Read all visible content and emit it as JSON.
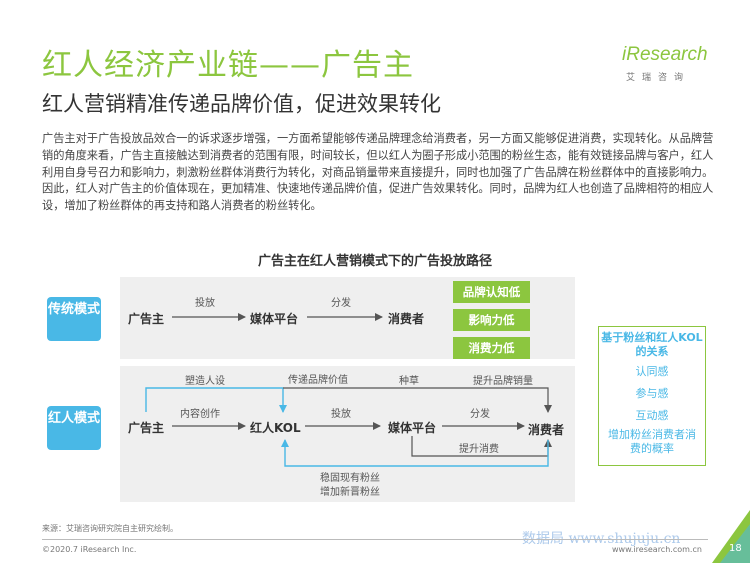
{
  "header": {
    "title": "红人经济产业链——广告主",
    "subtitle": "红人营销精准传递品牌价值，促进效果转化",
    "paragraph": "广告主对于广告投放品效合一的诉求逐步增强，一方面希望能够传递品牌理念给消费者，另一方面又能够促进消费，实现转化。从品牌营销的角度来看，广告主直接触达到消费者的范围有限，时间较长，但以红人为圈子形成小范围的粉丝生态，能有效链接品牌与客户，红人利用自身号召力和影响力，刺激粉丝群体消费行为转化，对商品销量带来直接提升，同时也加强了广告品牌在粉丝群体中的直接影响力。因此，红人对广告主的价值体现在，更加精准、快速地传递品牌价值，促进广告效果转化。同时，品牌为红人也创造了品牌相符的相应人设，增加了粉丝群体的再支持和路人消费者的粉丝转化。"
  },
  "logo": {
    "word": "iResearch",
    "sub": "艾瑞咨询"
  },
  "diagram": {
    "title": "广告主在红人营销模式下的广告投放路径",
    "traditional": {
      "mode_label": "传统模式",
      "nodes": [
        "广告主",
        "媒体平台",
        "消费者"
      ],
      "edges": [
        "投放",
        "分发"
      ],
      "outcomes": [
        "品牌认知低",
        "影响力低",
        "消费力低"
      ]
    },
    "influencer": {
      "mode_label": "红人模式",
      "nodes": [
        "广告主",
        "红人KOL",
        "媒体平台",
        "消费者"
      ],
      "edges": {
        "content": "内容创作",
        "persona": "塑造人设",
        "brand_value": "传递品牌价值",
        "seeding": "种草",
        "sales": "提升品牌销量",
        "deliver": "投放",
        "distribute": "分发",
        "consumption": "提升消费",
        "fans_line1": "稳固现有粉丝",
        "fans_line2": "增加新晋粉丝"
      }
    },
    "relation_box": {
      "title": "基于粉丝和红人KOL的关系",
      "items": [
        "认同感",
        "参与感",
        "互动感",
        "增加粉丝消费者消费的概率"
      ]
    }
  },
  "footer": {
    "source": "来源：艾瑞咨询研究院自主研究绘制。",
    "copyright": "©2020.7 iResearch Inc.",
    "website": "www.iresearch.com.cn",
    "page": "18",
    "watermark": "数据局 www.shujuju.cn"
  },
  "colors": {
    "green": "#8cc63f",
    "blue": "#49b8e6",
    "panel": "#efefef"
  }
}
